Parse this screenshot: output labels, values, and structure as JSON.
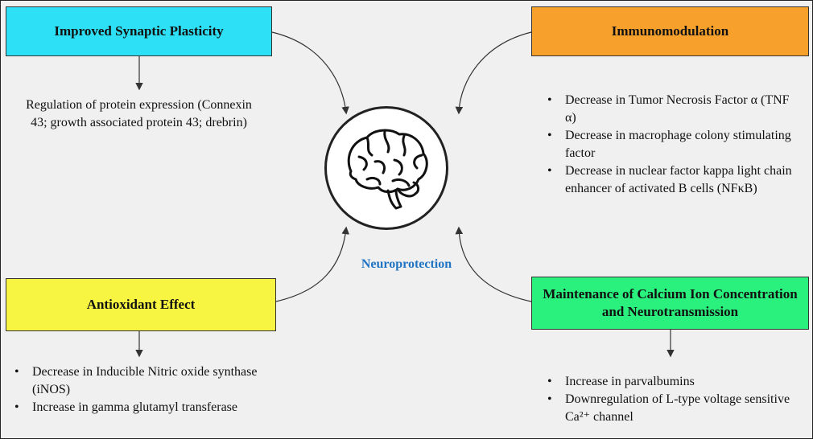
{
  "boxes": {
    "synaptic": {
      "label": "Improved Synaptic Plasticity",
      "color": "#2ee0f5"
    },
    "immuno": {
      "label": "Immunomodulation",
      "color": "#f7a12c"
    },
    "antioxidant": {
      "label": "Antioxidant Effect",
      "color": "#f8f542"
    },
    "calcium": {
      "label": "Maintenance of Calcium Ion Concentration and Neurotransmission",
      "color": "#2af07e"
    }
  },
  "synaptic_text": "Regulation of protein expression (Connexin 43; growth associated protein 43; drebrin)",
  "immuno_items": [
    "Decrease in Tumor Necrosis Factor α (TNF α)",
    "Decrease in macrophage colony stimulating factor",
    "Decrease in nuclear factor kappa light chain enhancer of activated B cells (NFκB)"
  ],
  "antioxidant_items": [
    "Decrease in Inducible Nitric oxide synthase (iNOS)",
    "Increase in gamma glutamyl transferase"
  ],
  "calcium_items": [
    "Increase in parvalbumins",
    "Downregulation of L-type voltage sensitive Ca²⁺ channel"
  ],
  "center_label": "Neuroprotection",
  "center_icon": "brain-icon"
}
